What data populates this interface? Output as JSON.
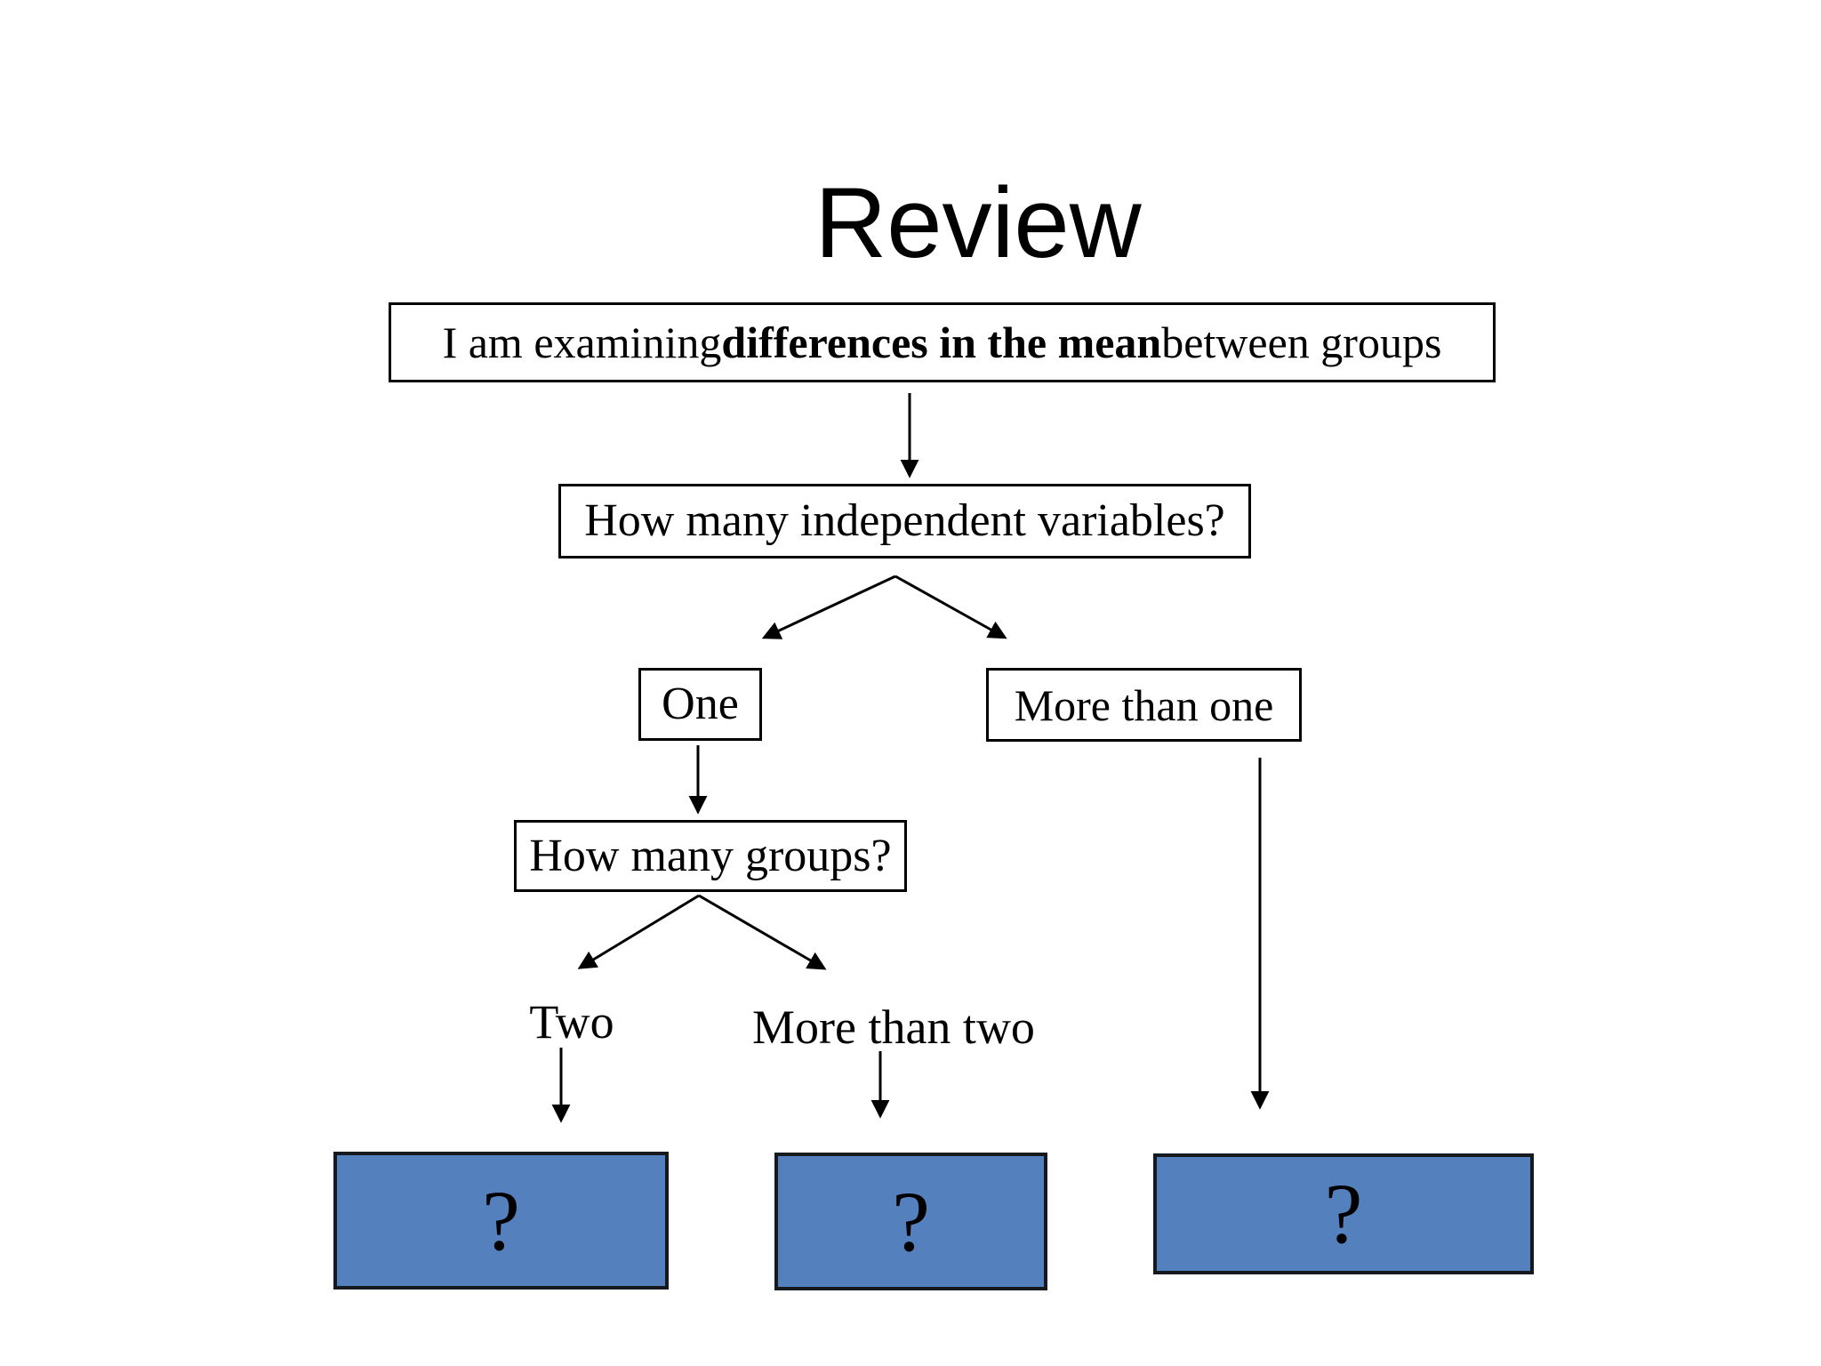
{
  "slide": {
    "title": "Review",
    "flow": {
      "statement": {
        "prefix": "I am examining ",
        "bold": "differences in the mean",
        "suffix": " between groups"
      },
      "question_variables": "How many independent variables?",
      "branch_one": "One",
      "branch_more_than_one": "More than one",
      "question_groups": "How many groups?",
      "branch_two": "Two",
      "branch_more_than_two": "More than two",
      "answer_two_groups": "?",
      "answer_more_than_two_groups": "?",
      "answer_more_than_one_iv": "?"
    },
    "colors": {
      "answer_box_fill": "#5580BE",
      "answer_box_border": "#16191d",
      "node_border": "#000000",
      "arrow": "#000000",
      "background": "#FFFFFF",
      "text": "#000000"
    }
  }
}
